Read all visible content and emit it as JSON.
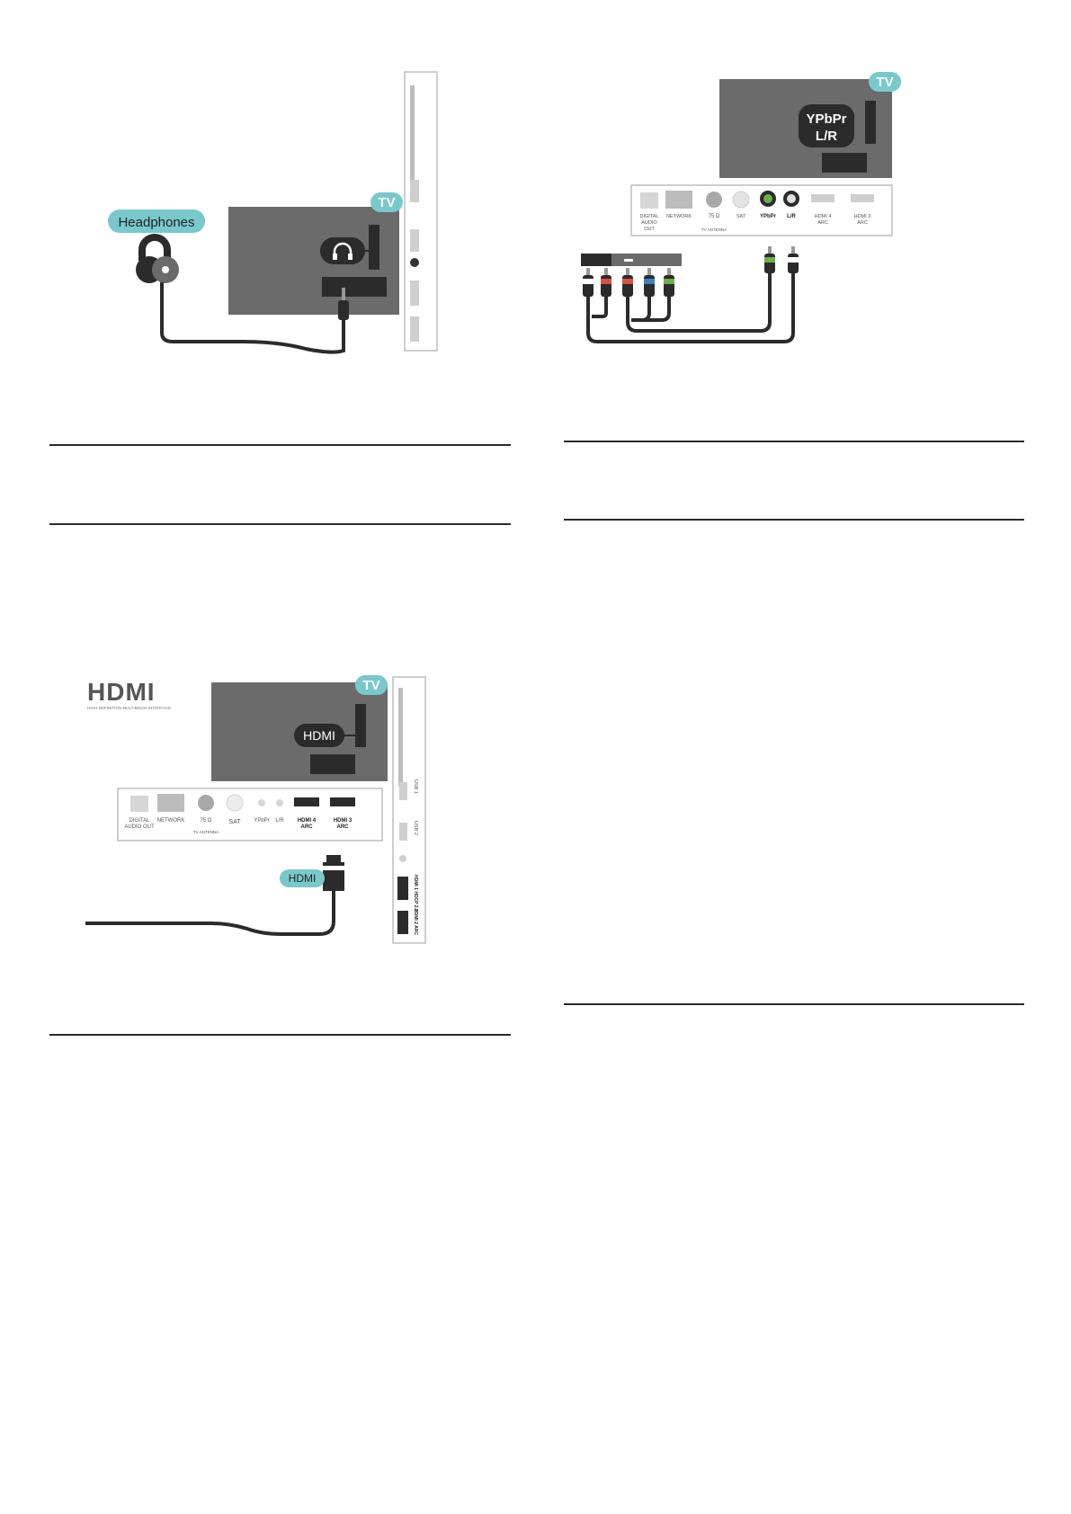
{
  "figure_headphones": {
    "tv_badge": "TV",
    "callout": "Headphones"
  },
  "figure_ypbpr": {
    "tv_badge": "TV",
    "callout_line1": "YPbPr",
    "callout_line2": "L/R",
    "ports": {
      "digital_audio_out": [
        "DIGITAL",
        "AUDIO",
        "OUT"
      ],
      "network": "NETWORK",
      "antenna": "75 Ω",
      "antenna_sub": "TV ANTENNA",
      "sat": "SAT",
      "ypbpr": "YPbPr",
      "lr": "L/R",
      "hdmi4": [
        "HDMI 4",
        "ARC"
      ],
      "hdmi3": [
        "HDMI 3",
        "ARC"
      ]
    }
  },
  "figure_hdmi": {
    "logo": "HDMI",
    "logo_tagline": "HIGH-DEFINITION MULTIMEDIA INTERFACE",
    "tv_badge": "TV",
    "callout_tv": "HDMI",
    "callout_cable": "HDMI",
    "ports": {
      "digital_audio_out": [
        "DIGITAL",
        "AUDIO OUT"
      ],
      "network": "NETWORK",
      "antenna": "75 Ω",
      "antenna_sub": "TV ANTENNA",
      "sat": "SAT",
      "ypbpr": "YPbPr",
      "lr": "L/R",
      "hdmi4": [
        "HDMI 4",
        "ARC"
      ],
      "hdmi3": [
        "HDMI 3",
        "ARC"
      ]
    },
    "side_ports": {
      "usb1": "USB 1",
      "usb2": "USB 2",
      "hdmi1": "HDMI 1 HDCP 2.2",
      "hdmi2": "HDMI 2 ARC"
    }
  },
  "colors": {
    "tv_gray": "#6b6b6b",
    "teal": "#79c9cc",
    "dark": "#2b2b2b",
    "rca_red": "#d9503c",
    "rca_green": "#6ab04c",
    "rca_blue": "#3f7fc4"
  }
}
